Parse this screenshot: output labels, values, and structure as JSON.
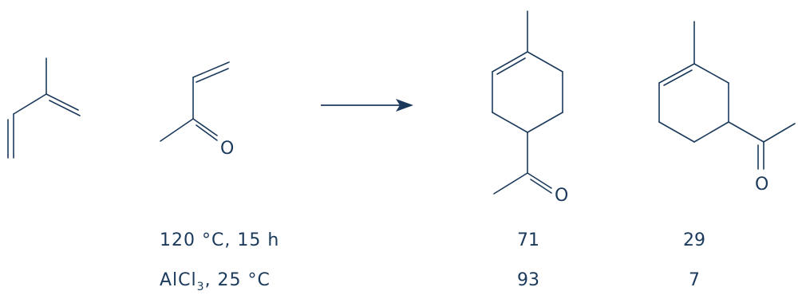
{
  "atom_label": "O",
  "conditions": {
    "thermal": "120 °C, 15 h",
    "lewis_acid_prefix": "AlCl",
    "lewis_acid_subscript": "3",
    "lewis_acid_suffix": ", 25 °C"
  },
  "ratios": {
    "product_para": {
      "thermal": "71",
      "lewis_acid": "93"
    },
    "product_meta": {
      "thermal": "29",
      "lewis_acid": "7"
    }
  },
  "colors": {
    "ink": "#1b3a5b",
    "background": "#ffffff"
  }
}
